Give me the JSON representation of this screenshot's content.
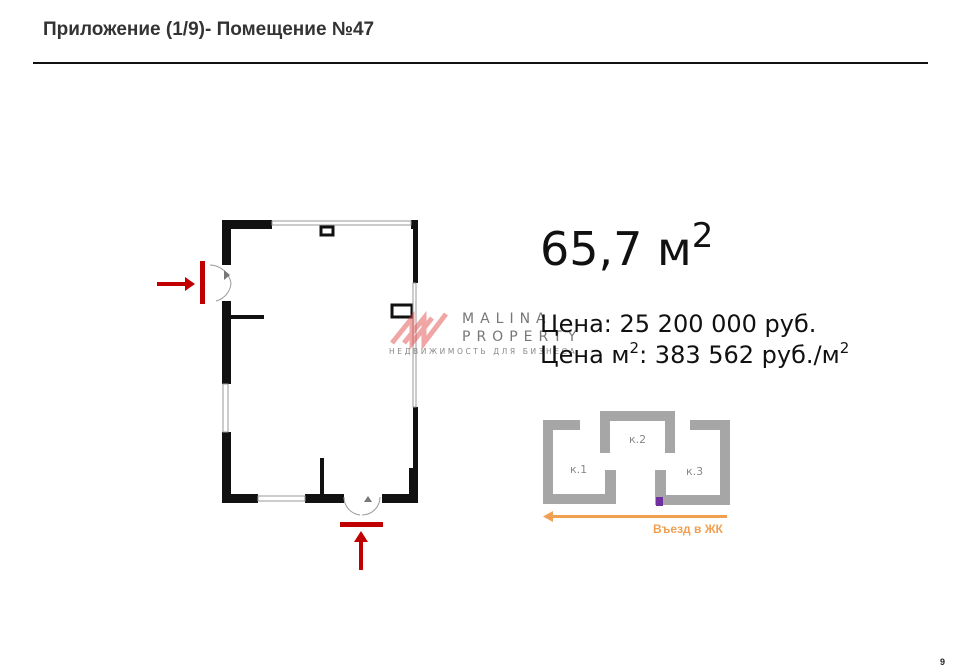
{
  "header": {
    "title": "Приложение (1/9)- Помещение №47"
  },
  "listing": {
    "area_value": "65,7 м",
    "area_sup": "2",
    "price_label": "Цена: 25 200 000 руб.",
    "price_per_m_prefix": "Цена м",
    "price_per_m_sup": "2",
    "price_per_m_value": ": 383 562 руб./м",
    "price_per_m_unit_sup": "2"
  },
  "watermark": {
    "line1": "MALINA",
    "line2": "PROPERTY",
    "tagline": "НЕДВИЖИМОСТЬ ДЛЯ БИЗНЕСА"
  },
  "site_plan": {
    "buildings": [
      "к.1",
      "к.2",
      "к.3"
    ],
    "entry_label": "Въезд в ЖК",
    "colors": {
      "buildings": "#a6a6a6",
      "unit_marker": "#7030a0",
      "entry_arrow": "#f0a050"
    }
  },
  "floor_plan": {
    "colors": {
      "walls": "#111111",
      "entrance_arrows": "#c00000"
    }
  },
  "footer": {
    "page_number": "9"
  }
}
